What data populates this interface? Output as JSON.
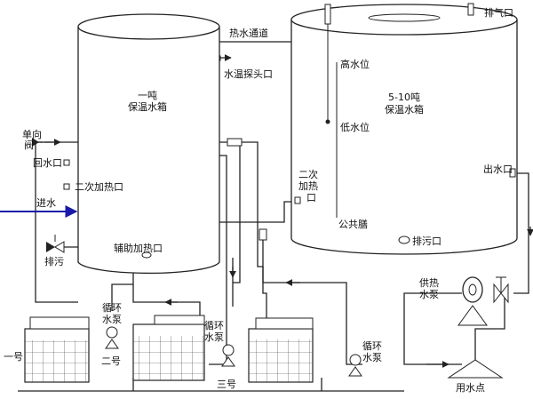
{
  "tank_small": {
    "line1": "一吨",
    "line2": "保温水箱"
  },
  "tank_large": {
    "line1": "5-10吨",
    "line2": "保温水箱"
  },
  "labels": {
    "hot_water_channel": "热水通道",
    "temp_probe_port": "水温探头口",
    "exhaust_port": "排气口",
    "high_water_level": "高水位",
    "low_water_level": "低水位",
    "secondary_heating_right_1": "二次",
    "secondary_heating_right_2": "加热",
    "secondary_heating_right_3": "口",
    "common_port": "公共膳",
    "drain_right": "排污口",
    "water_outlet": "出水口",
    "one_way_1": "单向",
    "one_way_2": "阀",
    "return_port": "回水口",
    "secondary_heating_left": "二次加热口",
    "water_inlet": "进水",
    "drain_left": "排污",
    "aux_heating_port": "辅助加热口",
    "circ_pump_1_a": "循环",
    "circ_pump_1_b": "水泵",
    "circ_pump_2_a": "循环",
    "circ_pump_2_b": "水泵",
    "circ_pump_3_a": "循环",
    "circ_pump_3_b": "水泵",
    "unit_1": "一号",
    "unit_2": "二号",
    "unit_3": "三号",
    "supply_pump_a": "供热",
    "supply_pump_b": "水泵",
    "water_point": "用水点"
  },
  "colors": {
    "inlet_arrow": "#1a1aa8",
    "line": "#222222"
  }
}
